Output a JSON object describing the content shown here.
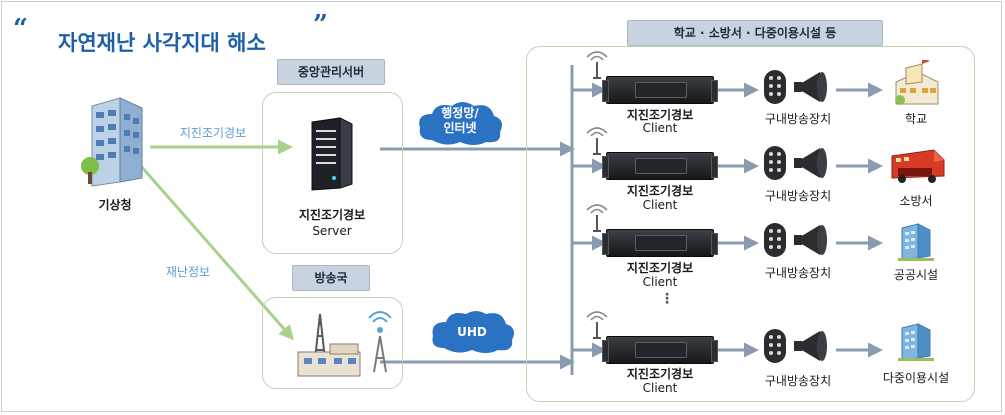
{
  "title": "자연재난 사각지대 해소",
  "quote_open": "“",
  "quote_close": "”",
  "origin": {
    "name": "기상청"
  },
  "links": {
    "earthquake_info": "지진조기경보",
    "disaster_info": "재난정보"
  },
  "central_server": {
    "tag": "중앙관리서버",
    "label_line1": "지진조기경보",
    "label_line2": "Server"
  },
  "broadcaster": {
    "tag": "방송국"
  },
  "networks": {
    "admin_net_line1": "행정망/",
    "admin_net_line2": "인터넷",
    "uhd": "UHD"
  },
  "facilities": {
    "tag": "학교 · 소방서 · 다중이용시설 등",
    "rows": [
      {
        "client_line1": "지진조기경보",
        "client_line2": "Client",
        "device": "구내방송장치",
        "facility": "학교",
        "facility_icon": "school-icon"
      },
      {
        "client_line1": "지진조기경보",
        "client_line2": "Client",
        "device": "구내방송장치",
        "facility": "소방서",
        "facility_icon": "fire-station-icon"
      },
      {
        "client_line1": "지진조기경보",
        "client_line2": "Client",
        "device": "구내방송장치",
        "facility": "공공시설",
        "facility_icon": "public-building-icon"
      },
      {
        "client_line1": "지진조기경보",
        "client_line2": "Client",
        "device": "구내방송장치",
        "facility": "다중이용시설",
        "facility_icon": "multi-use-building-icon"
      }
    ],
    "ellipsis": "⋮"
  },
  "colors": {
    "title_blue": "#1f5fa8",
    "green_arrow": "#a8d28c",
    "gray_arrow": "#8a9bb0",
    "tag_fill": "#c9d3e0",
    "cloud_blue": "#2b72c2",
    "group_border": "#b7d8b0"
  }
}
